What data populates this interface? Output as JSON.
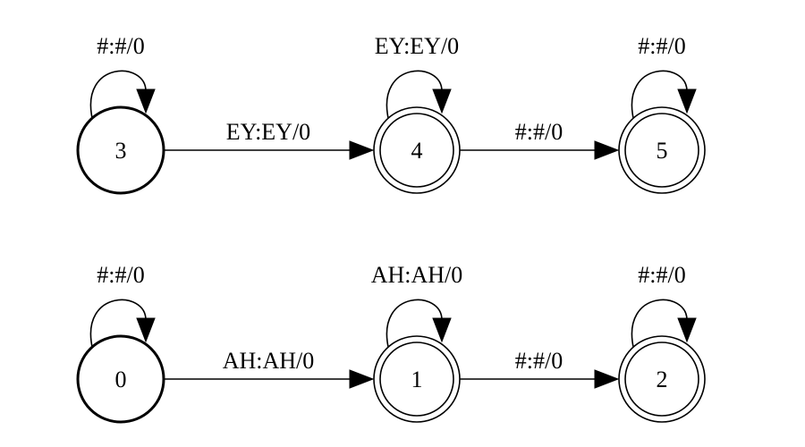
{
  "diagram": {
    "machines": [
      {
        "states": [
          {
            "id": "3",
            "label": "3",
            "start": true,
            "final": false
          },
          {
            "id": "4",
            "label": "4",
            "start": false,
            "final": true
          },
          {
            "id": "5",
            "label": "5",
            "start": false,
            "final": true
          }
        ],
        "transitions": [
          {
            "from": "3",
            "to": "3",
            "label": "#:#/0"
          },
          {
            "from": "3",
            "to": "4",
            "label": "EY:EY/0"
          },
          {
            "from": "4",
            "to": "4",
            "label": "EY:EY/0"
          },
          {
            "from": "4",
            "to": "5",
            "label": "#:#/0"
          },
          {
            "from": "5",
            "to": "5",
            "label": "#:#/0"
          }
        ]
      },
      {
        "states": [
          {
            "id": "0",
            "label": "0",
            "start": true,
            "final": false
          },
          {
            "id": "1",
            "label": "1",
            "start": false,
            "final": true
          },
          {
            "id": "2",
            "label": "2",
            "start": false,
            "final": true
          }
        ],
        "transitions": [
          {
            "from": "0",
            "to": "0",
            "label": "#:#/0"
          },
          {
            "from": "0",
            "to": "1",
            "label": "AH:AH/0"
          },
          {
            "from": "1",
            "to": "1",
            "label": "AH:AH/0"
          },
          {
            "from": "1",
            "to": "2",
            "label": "#:#/0"
          },
          {
            "from": "2",
            "to": "2",
            "label": "#:#/0"
          }
        ]
      }
    ]
  }
}
